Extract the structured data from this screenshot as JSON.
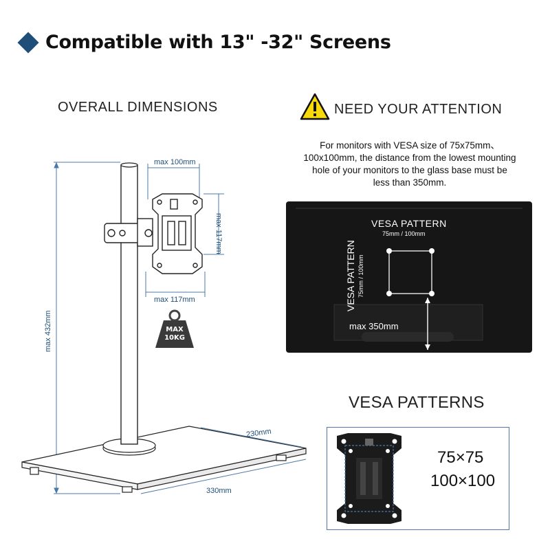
{
  "title": "Compatible with 13\" -32\" Screens",
  "sections": {
    "overall_dimensions": "OVERALL DIMENSIONS",
    "attention": "NEED YOUR ATTENTION",
    "vesa_patterns": "VESA PATTERNS"
  },
  "attention_note": {
    "line1": "For monitors with VESA size of 75x75mm、",
    "line2": "100x100mm, the distance from the lowest mounting",
    "line3": "hole of your monitors to the glass base must be",
    "line4": "less than 350mm."
  },
  "dimensions": {
    "width_top": "max 100mm",
    "height_side": "max 117mm",
    "width_bottom": "max 117mm",
    "total_height": "max 432mm",
    "base_depth": "230mm",
    "base_width": "330mm"
  },
  "weight_badge": {
    "line1": "MAX",
    "line2": "10KG"
  },
  "monitor_panel": {
    "vesa_top_title": "VESA PATTERN",
    "vesa_top_sizes": "75mm / 100mm",
    "vesa_side_title": "VESA PATTERN",
    "vesa_side_sizes": "75mm / 100mm",
    "max_distance": "max 350mm"
  },
  "vesa_sizes": [
    "75×75",
    "100×100"
  ],
  "colors": {
    "accent": "#1f4e79",
    "dimension_blue": "#4a78a8",
    "warning_yellow": "#f5d90a",
    "monitor_black": "#161616"
  }
}
